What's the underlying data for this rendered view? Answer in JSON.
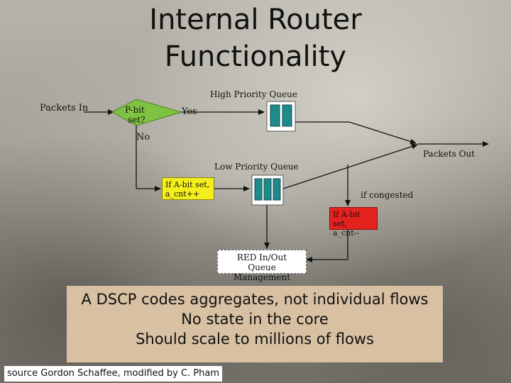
{
  "title": {
    "line1": "Internal Router",
    "line2": "Functionality"
  },
  "diagram": {
    "packets_in": "Packets In",
    "packets_out": "Packets Out",
    "decision": {
      "line1": "P-bit",
      "line2": "set?"
    },
    "yes": "Yes",
    "no": "No",
    "high_queue": "High Priority Queue",
    "low_queue": "Low Priority Queue",
    "if_congested": "if congested",
    "a_bit_inc": {
      "line1": "If A-bit set,",
      "line2": "a_cnt++"
    },
    "a_bit_dec": {
      "line1": "If A-bit set,",
      "line2": "a_cnt--"
    },
    "red": {
      "line1": "RED In/Out",
      "line2": "Queue Management"
    }
  },
  "summary": {
    "line1": "A DSCP codes aggregates, not individual flows",
    "line2": "No state in the core",
    "line3": "Should scale to millions of flows"
  },
  "source": "source Gordon Schaffee, modified by C. Pham",
  "colors": {
    "decision": "#7fc241",
    "a_inc_box": "#f3ee1c",
    "a_dec_box": "#e4231f",
    "queue_cell": "#1f8a8a",
    "summary_bg": "#d8c0a2"
  }
}
